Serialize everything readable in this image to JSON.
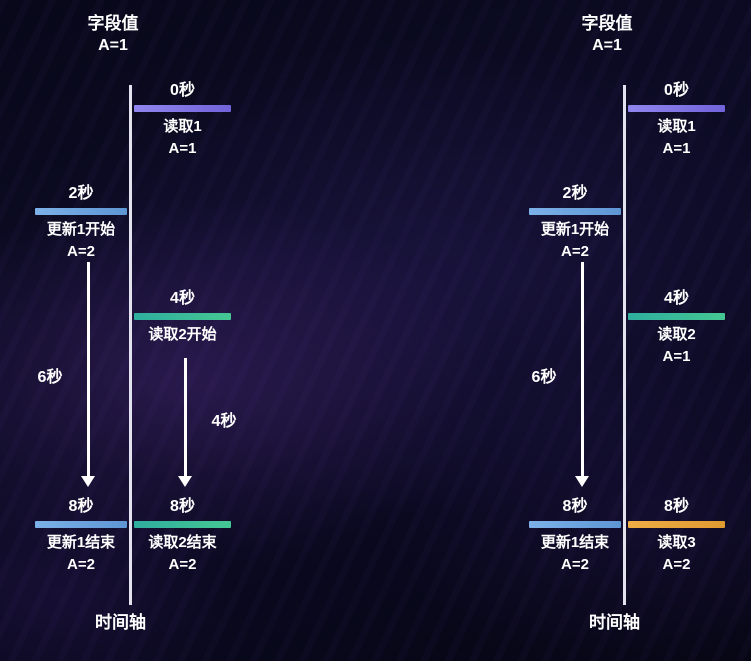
{
  "colors": {
    "text": "#ffffff",
    "axis_line": "#e3e3ef",
    "purple": {
      "from": "#9186ee",
      "to": "#7163da"
    },
    "blue": {
      "from": "#7cb1e8",
      "to": "#5e96d4"
    },
    "teal": {
      "from": "#2fae9e",
      "to": "#45c793"
    },
    "orange": {
      "from": "#f0ad45",
      "to": "#df9a30"
    }
  },
  "diagrams": [
    {
      "header": {
        "title": "字段值",
        "value": "A=1"
      },
      "axis_label": "时间轴",
      "events": [
        {
          "time": "0秒",
          "label": "读取1",
          "value": "A=1",
          "color": "purple",
          "side": "right"
        },
        {
          "time": "2秒",
          "label": "更新1开始",
          "value": "A=2",
          "color": "blue",
          "side": "left"
        },
        {
          "time": "4秒",
          "label": "读取2开始",
          "value": "",
          "color": "teal",
          "side": "right"
        },
        {
          "time": "8秒",
          "label": "更新1结束",
          "value": "A=2",
          "color": "blue",
          "side": "left"
        },
        {
          "time": "8秒",
          "label": "读取2结束",
          "value": "A=2",
          "color": "teal",
          "side": "right"
        }
      ],
      "arrows": [
        {
          "label": "6秒",
          "from": "2秒",
          "to": "8秒",
          "side": "left"
        },
        {
          "label": "4秒",
          "from": "4秒",
          "to": "8秒",
          "side": "right"
        }
      ]
    },
    {
      "header": {
        "title": "字段值",
        "value": "A=1"
      },
      "axis_label": "时间轴",
      "events": [
        {
          "time": "0秒",
          "label": "读取1",
          "value": "A=1",
          "color": "purple",
          "side": "right"
        },
        {
          "time": "2秒",
          "label": "更新1开始",
          "value": "A=2",
          "color": "blue",
          "side": "left"
        },
        {
          "time": "4秒",
          "label": "读取2",
          "value": "A=1",
          "color": "teal",
          "side": "right"
        },
        {
          "time": "8秒",
          "label": "更新1结束",
          "value": "A=2",
          "color": "blue",
          "side": "left"
        },
        {
          "time": "8秒",
          "label": "读取3",
          "value": "A=2",
          "color": "orange",
          "side": "right"
        }
      ],
      "arrows": [
        {
          "label": "6秒",
          "from": "2秒",
          "to": "8秒",
          "side": "left"
        }
      ]
    }
  ]
}
